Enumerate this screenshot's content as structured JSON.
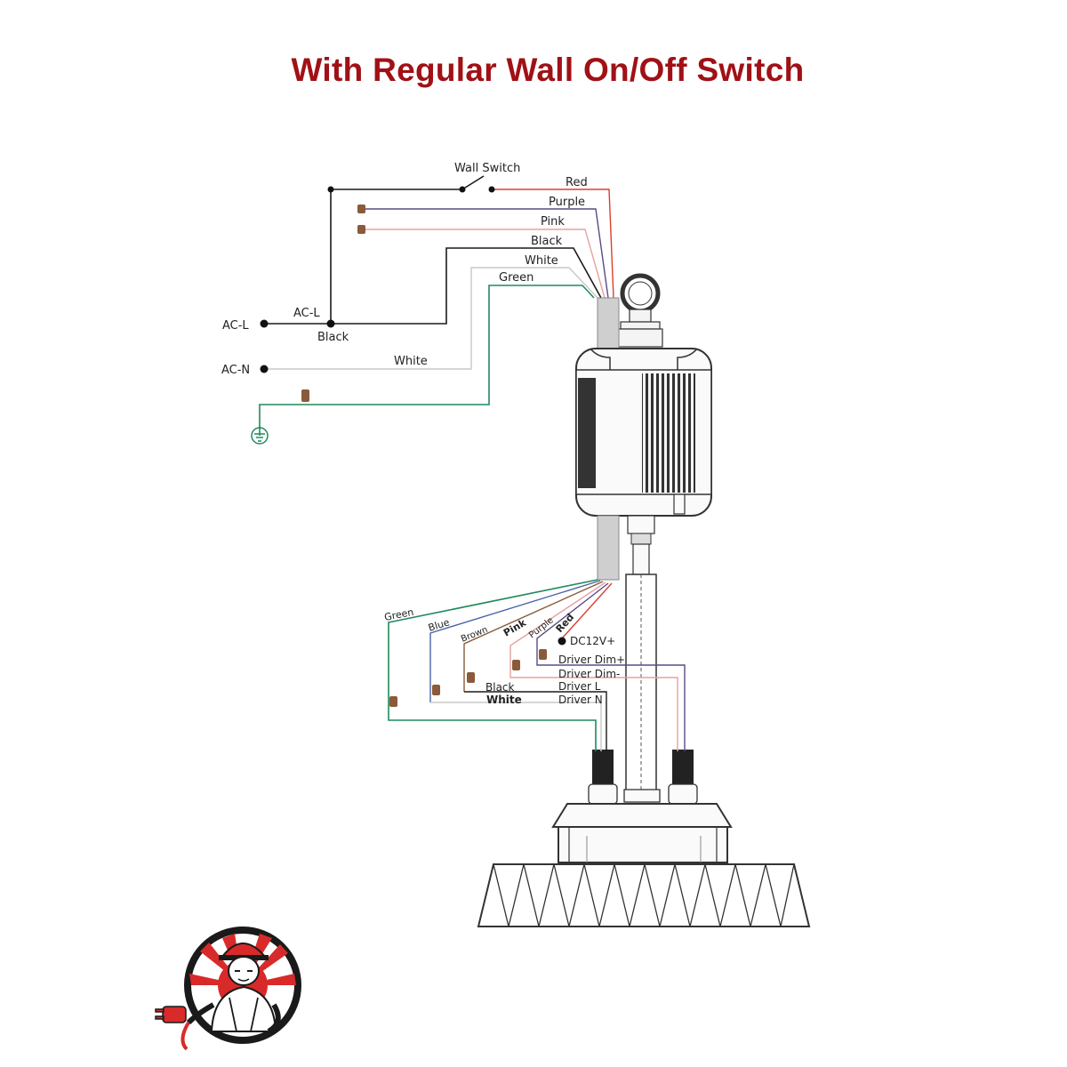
{
  "title": "With Regular Wall On/Off Switch",
  "colors": {
    "title": "#a01116",
    "red": "#d9402f",
    "purple": "#5a4a86",
    "pink": "#e8a0a0",
    "black": "#1a1a1a",
    "white": "#c8c8c8",
    "green": "#1f8a5b",
    "blue": "#4a64a8",
    "brown": "#8a5a3a"
  },
  "top": {
    "wall_switch": "Wall Switch",
    "wires": {
      "red": "Red",
      "purple": "Purple",
      "pink": "Pink",
      "black": "Black",
      "white": "White",
      "green": "Green"
    },
    "ac_l": "AC-L",
    "ac_l_wire": "AC-L",
    "ac_l_black": "Black",
    "ac_n": "AC-N",
    "ac_n_white": "White",
    "ground_icon": "ground-symbol-icon"
  },
  "bottom": {
    "wires": {
      "green": "Green",
      "blue": "Blue",
      "brown": "Brown",
      "pink": "Pink",
      "purple": "Purple",
      "red": "Red"
    },
    "dc12v": "DC12V+",
    "driver_dim_plus": "Driver Dim+",
    "driver_dim_minus": "Driver Dim-",
    "driver_l": "Driver L",
    "driver_n": "Driver N",
    "black": "Black",
    "white": "White"
  },
  "logo_icon": "electrician-mascot-logo-icon"
}
